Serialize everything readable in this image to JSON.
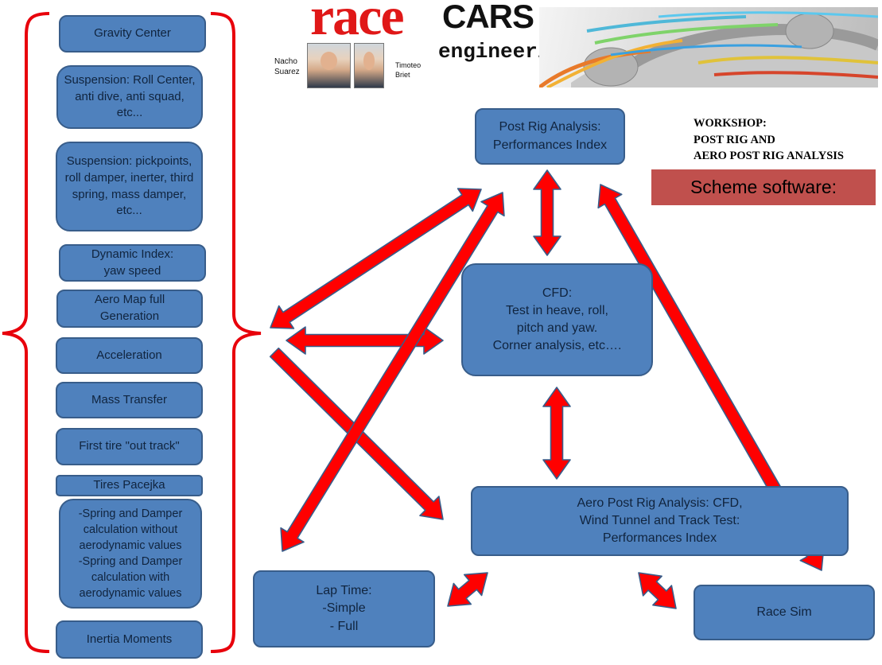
{
  "header": {
    "logo_race": "race",
    "logo_cars": "CARS",
    "logo_engineering": "engineering",
    "person_left": "Nacho\nSuarez",
    "person_right": "Timoteo\nBriet"
  },
  "workshop": {
    "text": "WORKSHOP:\nPOST RIG AND\nAERO POST RIG ANALYSIS"
  },
  "scheme": {
    "label": "Scheme software:"
  },
  "left_list": [
    "Gravity Center",
    "Suspension: Roll Center, anti dive, anti squad, etc...",
    "Suspension: pickpoints, roll damper, inerter, third spring, mass damper, etc...",
    "Dynamic Index:\nyaw speed",
    "Aero Map full\nGeneration",
    "Acceleration",
    "Mass Transfer",
    "First tire \"out track\"",
    "Tires Pacejka",
    "-Spring and Damper calculation without aerodynamic values\n-Spring and Damper calculation with aerodynamic values",
    "Inertia Moments"
  ],
  "nodes": {
    "post_rig": "Post Rig Analysis:\nPerformances Index",
    "cfd": "CFD:\nTest in heave, roll,\npitch and yaw.\nCorner analysis, etc….",
    "aero_post_rig": "Aero Post Rig Analysis: CFD,\nWind Tunnel and Track Test:\nPerformances Index",
    "lap_time": "Lap Time:\n-Simple\n- Full",
    "race_sim": "Race Sim"
  },
  "colors": {
    "box_fill": "#4f81bd",
    "box_border": "#385d8a",
    "box_text": "#10243e",
    "arrow_fill": "#ff0000",
    "arrow_outline": "#385d8a",
    "bracket": "#e8000b",
    "scheme_fill": "#c0504d",
    "logo_red": "#e01818"
  }
}
